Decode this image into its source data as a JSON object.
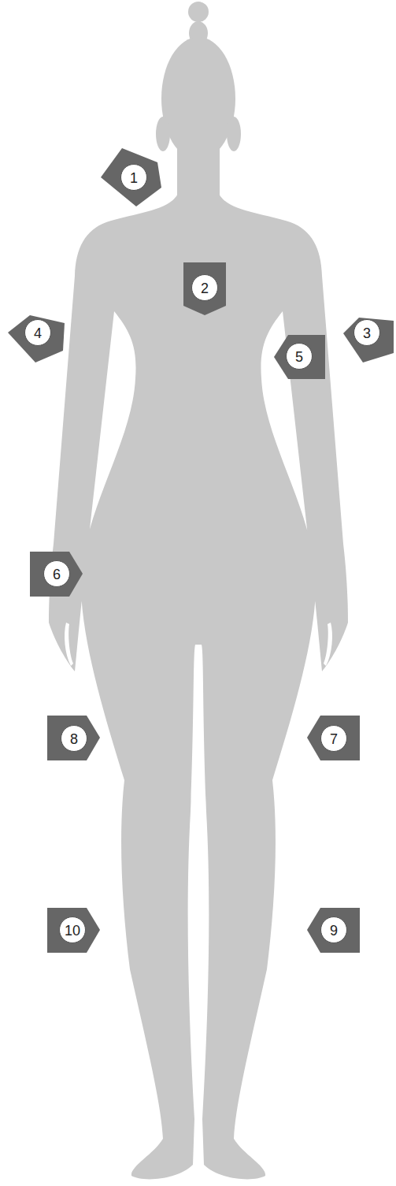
{
  "diagram": {
    "nodes": [
      {
        "text": [
          "1"
        ]
      },
      {
        "text": [
          "2"
        ]
      },
      {
        "text": [
          "4"
        ]
      },
      {
        "text": [
          "3"
        ]
      },
      {
        "text": [
          "5"
        ]
      },
      {
        "text": [
          "6"
        ]
      },
      {
        "text": [
          "8"
        ]
      },
      {
        "text": [
          "7"
        ]
      },
      {
        "text": [
          "10"
        ]
      },
      {
        "text": [
          "9"
        ]
      }
    ]
  }
}
